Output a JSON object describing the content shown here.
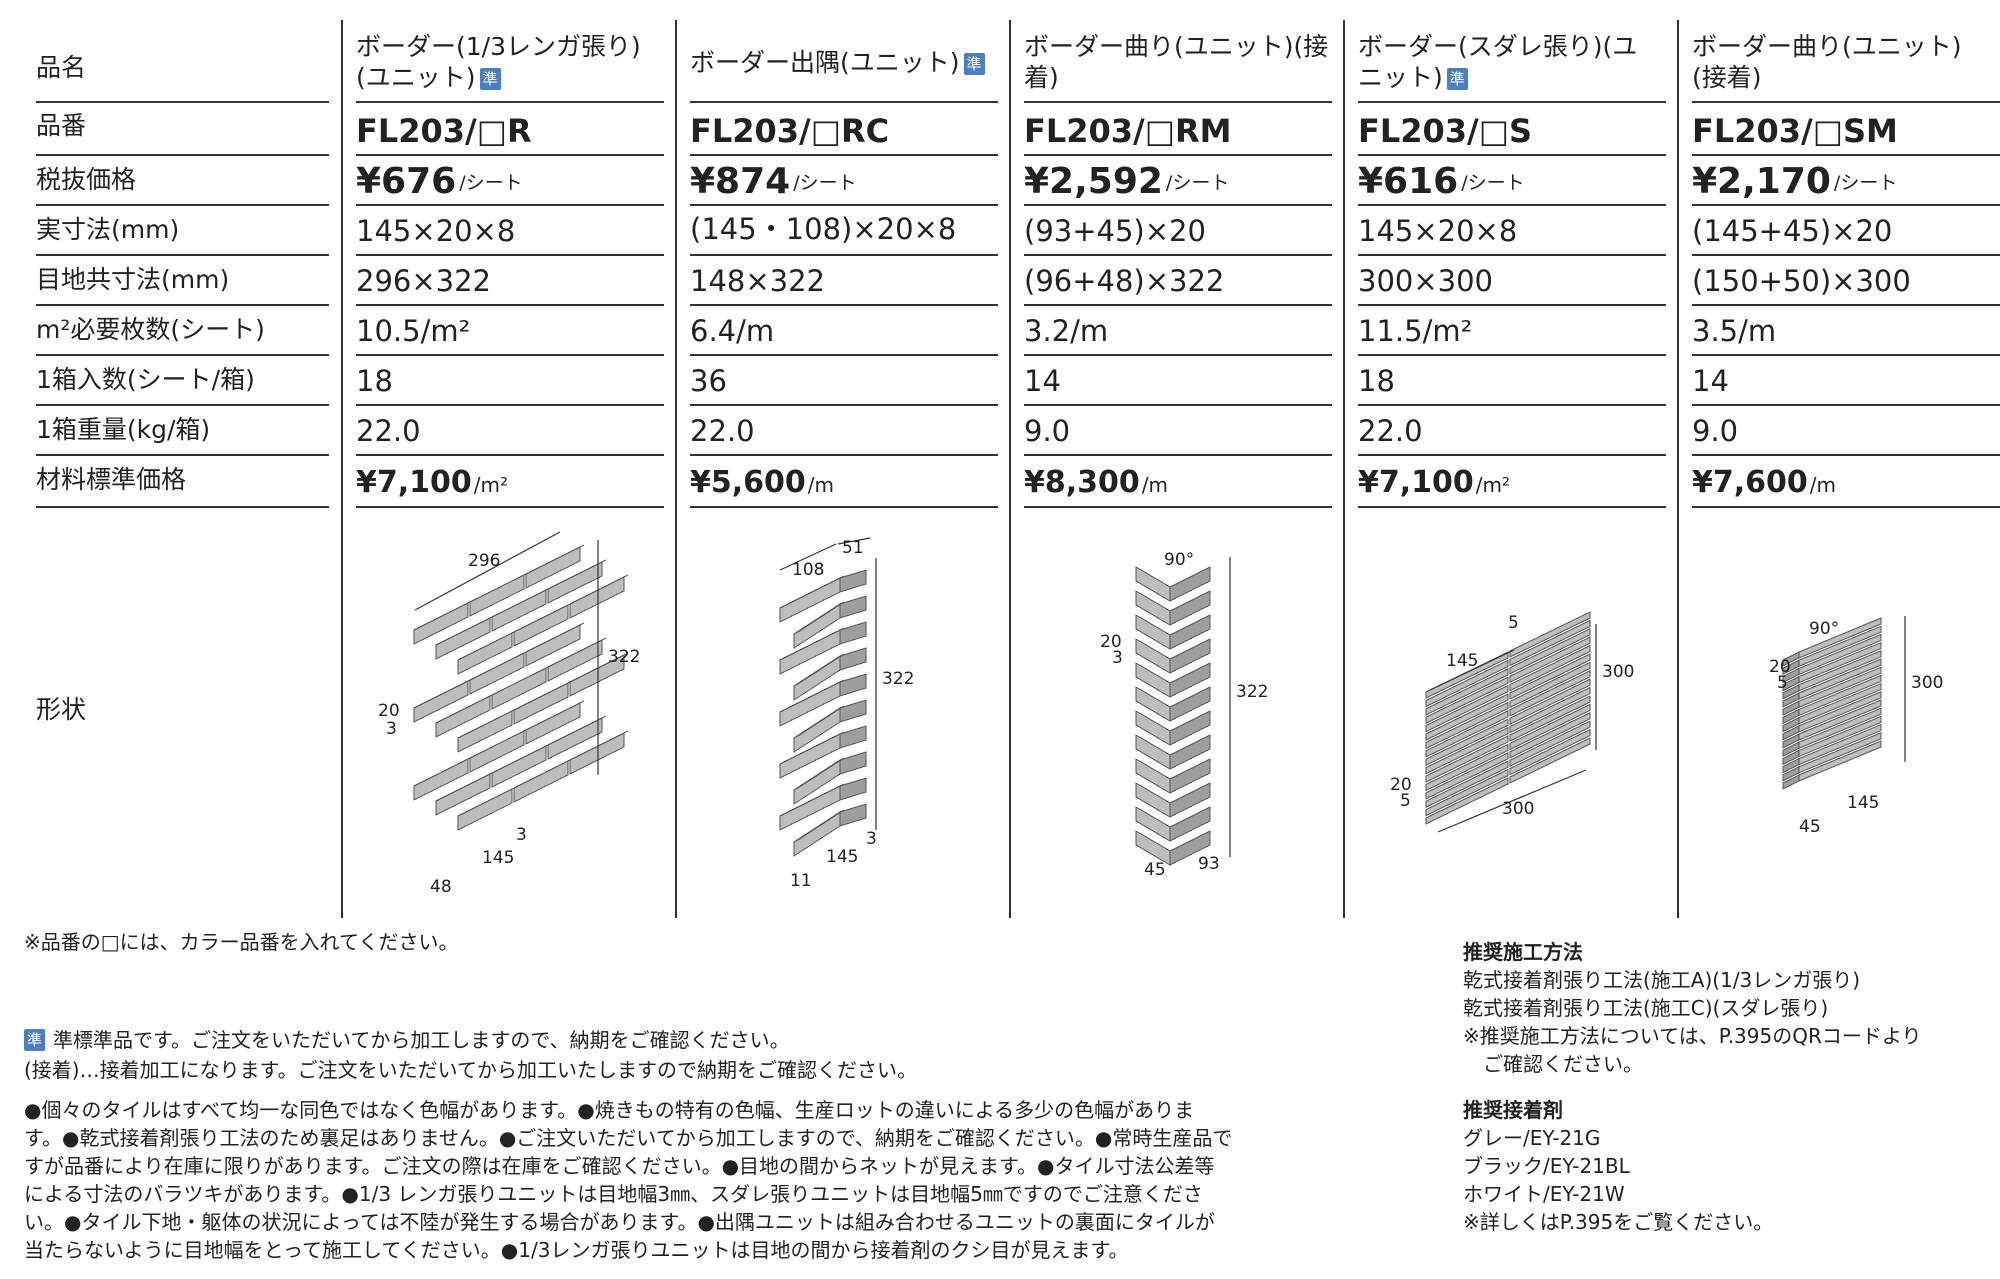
{
  "row_labels": [
    "品名",
    "品番",
    "税抜価格",
    "実寸法(mm)",
    "目地共寸法(mm)",
    "m²必要枚数(シート)",
    "1箱入数(シート/箱)",
    "1箱重量(kg/箱)",
    "材料標準価格",
    "形状"
  ],
  "standard_badge": "準",
  "products": [
    {
      "name": "ボーダー(1/3レンガ張り)(ユニット)",
      "badge": true,
      "code": "FL203/□R",
      "price": "¥676",
      "price_unit": "/シート",
      "size": "145×20×8",
      "joint_size": "296×322",
      "per_m2": "10.5/m²",
      "per_box": "18",
      "box_weight": "22.0",
      "std_price": "¥7,100",
      "std_unit": "/m²",
      "dims": [
        "296",
        "322",
        "20",
        "3",
        "3",
        "145",
        "48"
      ]
    },
    {
      "name": "ボーダー出隅(ユニット)",
      "badge": true,
      "code": "FL203/□RC",
      "price": "¥874",
      "price_unit": "/シート",
      "size": "(145・108)×20×8",
      "joint_size": "148×322",
      "per_m2": "6.4/m",
      "per_box": "36",
      "box_weight": "22.0",
      "std_price": "¥5,600",
      "std_unit": "/m",
      "dims": [
        "108",
        "51",
        "322",
        "3",
        "145",
        "11"
      ]
    },
    {
      "name": "ボーダー曲り(ユニット)(接着)",
      "badge": false,
      "code": "FL203/□RM",
      "price": "¥2,592",
      "price_unit": "/シート",
      "size": "(93+45)×20",
      "joint_size": "(96+48)×322",
      "per_m2": "3.2/m",
      "per_box": "14",
      "box_weight": "9.0",
      "std_price": "¥8,300",
      "std_unit": "/m",
      "dims": [
        "90°",
        "20",
        "3",
        "322",
        "45",
        "93"
      ]
    },
    {
      "name": "ボーダー(スダレ張り)(ユニット)",
      "badge": true,
      "code": "FL203/□S",
      "price": "¥616",
      "price_unit": "/シート",
      "size": "145×20×8",
      "joint_size": "300×300",
      "per_m2": "11.5/m²",
      "per_box": "18",
      "box_weight": "22.0",
      "std_price": "¥7,100",
      "std_unit": "/m²",
      "dims": [
        "145",
        "5",
        "300",
        "20",
        "5",
        "300"
      ]
    },
    {
      "name": "ボーダー曲り(ユニット)(接着)",
      "badge": false,
      "code": "FL203/□SM",
      "price": "¥2,170",
      "price_unit": "/シート",
      "size": "(145+45)×20",
      "joint_size": "(150+50)×300",
      "per_m2": "3.5/m",
      "per_box": "14",
      "box_weight": "9.0",
      "std_price": "¥7,600",
      "std_unit": "/m",
      "dims": [
        "90°",
        "20",
        "5",
        "300",
        "145",
        "45"
      ]
    }
  ],
  "note_color": "※品番の□には、カラー品番を入れてください。",
  "legend_standard": "準標準品です。ご注文をいただいてから加工しますので、納期をご確認ください。",
  "legend_glue": "(接着)…接着加工になります。ご注文をいただいてから加工いたしますので納期をご確認ください。",
  "notes": [
    "●個々のタイルはすべて均一な同色ではなく色幅があります。●焼きもの特有の色幅、生産ロットの違いによる多少の色幅がありま",
    "す。●乾式接着剤張り工法のため裏足はありません。●ご注文いただいてから加工しますので、納期をご確認ください。●常時生産品で",
    "すが品番により在庫に限りがあります。ご注文の際は在庫をご確認ください。●目地の間からネットが見えます。●タイル寸法公差等",
    "による寸法のバラツキがあります。●1/3 レンガ張りユニットは目地幅3㎜、スダレ張りユニットは目地幅5㎜ですのでご注意くださ",
    "い。●タイル下地・躯体の状況によっては不陸が発生する場合があります。●出隅ユニットは組み合わせるユニットの裏面にタイルが",
    "当たらないように目地幅をとって施工してください。●1/3レンガ張りユニットは目地の間から接着剤のクシ目が見えます。"
  ],
  "recommended_method": {
    "title": "推奨施工方法",
    "lines": [
      "乾式接着剤張り工法(施工A)(1/3レンガ張り)",
      "乾式接着剤張り工法(施工C)(スダレ張り)",
      "※推奨施工方法については、P.395のQRコードより",
      "　ご確認ください。"
    ]
  },
  "recommended_adhesive": {
    "title": "推奨接着剤",
    "lines": [
      "グレー/EY-21G",
      "ブラック/EY-21BL",
      "ホワイト/EY-21W",
      "※詳しくはP.395をご覧ください。"
    ]
  }
}
